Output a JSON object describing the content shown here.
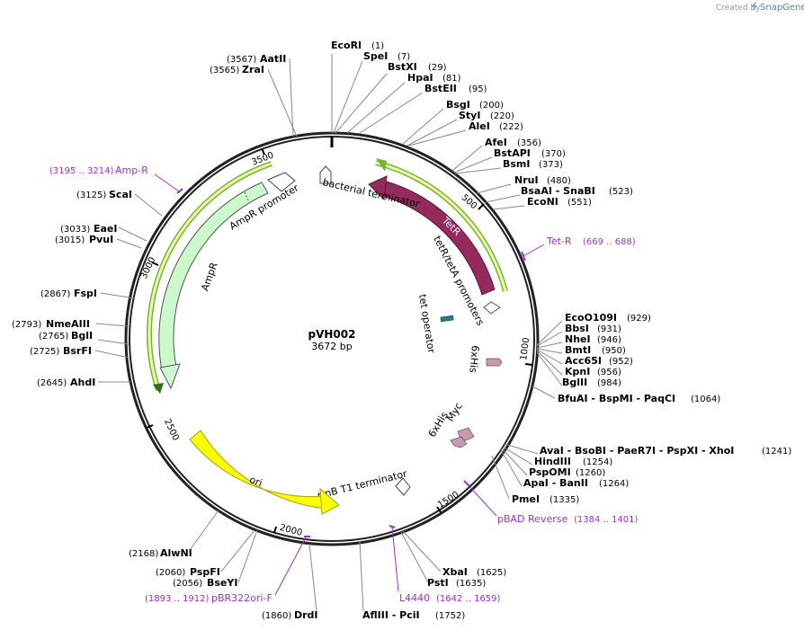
{
  "credit": {
    "prefix": "Created by",
    "brand": "SnapGene"
  },
  "plasmid": {
    "name": "pVH002",
    "length": 3672,
    "length_label": "3672 bp"
  },
  "ticks": [
    "500",
    "1000",
    "1500",
    "2000",
    "2500",
    "3000",
    "3500"
  ],
  "colors": {
    "primer": "#9933cc",
    "tetR": "#952a5c",
    "ampR": "#ccf8cc",
    "ori": "#ffff00",
    "feature_border": "#7ab332",
    "tag": "#cc99b2",
    "operator": "#287a8c"
  },
  "sites": [
    {
      "name": "EcoRI",
      "pos": 1
    },
    {
      "name": "SpeI",
      "pos": 7
    },
    {
      "name": "BstXI",
      "pos": 29
    },
    {
      "name": "HpaI",
      "pos": 81
    },
    {
      "name": "BstEII",
      "pos": 95
    },
    {
      "name": "BsgI",
      "pos": 200
    },
    {
      "name": "StyI",
      "pos": 220
    },
    {
      "name": "AleI",
      "pos": 222
    },
    {
      "name": "AfeI",
      "pos": 356
    },
    {
      "name": "BstAPI",
      "pos": 370
    },
    {
      "name": "BsmI",
      "pos": 373
    },
    {
      "name": "NruI",
      "pos": 480
    },
    {
      "name": "BsaAI - SnaBI",
      "pos": 523
    },
    {
      "name": "EcoNI",
      "pos": 551
    },
    {
      "name": "EcoO109I",
      "pos": 929
    },
    {
      "name": "BbsI",
      "pos": 931
    },
    {
      "name": "NheI",
      "pos": 946
    },
    {
      "name": "BmtI",
      "pos": 950
    },
    {
      "name": "Acc65I",
      "pos": 952
    },
    {
      "name": "KpnI",
      "pos": 956
    },
    {
      "name": "BglII",
      "pos": 984
    },
    {
      "name": "BfuAI - BspMI - PaqCI",
      "pos": 1064
    },
    {
      "name": "AvaI - BsoBI - PaeR7I - PspXI - XhoI",
      "pos": 1241
    },
    {
      "name": "HindIII",
      "pos": 1254
    },
    {
      "name": "PspOMI",
      "pos": 1260
    },
    {
      "name": "ApaI - BanII",
      "pos": 1264
    },
    {
      "name": "PmeI",
      "pos": 1335
    },
    {
      "name": "XbaI",
      "pos": 1625
    },
    {
      "name": "PstI",
      "pos": 1635
    },
    {
      "name": "AflIII - PciI",
      "pos": 1752
    },
    {
      "name": "DrdI",
      "pos": 1860
    },
    {
      "name": "BseYI",
      "pos": 2056
    },
    {
      "name": "PspFI",
      "pos": 2060
    },
    {
      "name": "AlwNI",
      "pos": 2168
    },
    {
      "name": "AhdI",
      "pos": 2645
    },
    {
      "name": "BsrFI",
      "pos": 2725
    },
    {
      "name": "BglI",
      "pos": 2765
    },
    {
      "name": "NmeAIII",
      "pos": 2793
    },
    {
      "name": "FspI",
      "pos": 2867
    },
    {
      "name": "PvuI",
      "pos": 3015
    },
    {
      "name": "EaeI",
      "pos": 3033
    },
    {
      "name": "ScaI",
      "pos": 3125
    },
    {
      "name": "ZraI",
      "pos": 3565
    },
    {
      "name": "AatII",
      "pos": 3567
    }
  ],
  "primers": [
    {
      "name": "Tet-R",
      "range": "(669 .. 688)"
    },
    {
      "name": "pBAD Reverse",
      "range": "(1384 .. 1401)"
    },
    {
      "name": "L4440",
      "range": "(1642 .. 1659)"
    },
    {
      "name": "pBR322ori-F",
      "range": "(1893 .. 1912)"
    },
    {
      "name": "Amp-R",
      "range": "(3195 .. 3214)"
    }
  ],
  "features": {
    "bacterial_terminator": "bacterial terminator",
    "tetR": "TetR",
    "tetR_promoters": "tetR/tetA promoters",
    "tet_operator": "tet operator",
    "his6_a": "6xHis",
    "his6_b": "6xHis",
    "myc": "Myc",
    "rrnB": "rrnB T1 terminator",
    "ori": "ori",
    "ampR": "AmpR",
    "ampR_promoter": "AmpR promoter"
  }
}
